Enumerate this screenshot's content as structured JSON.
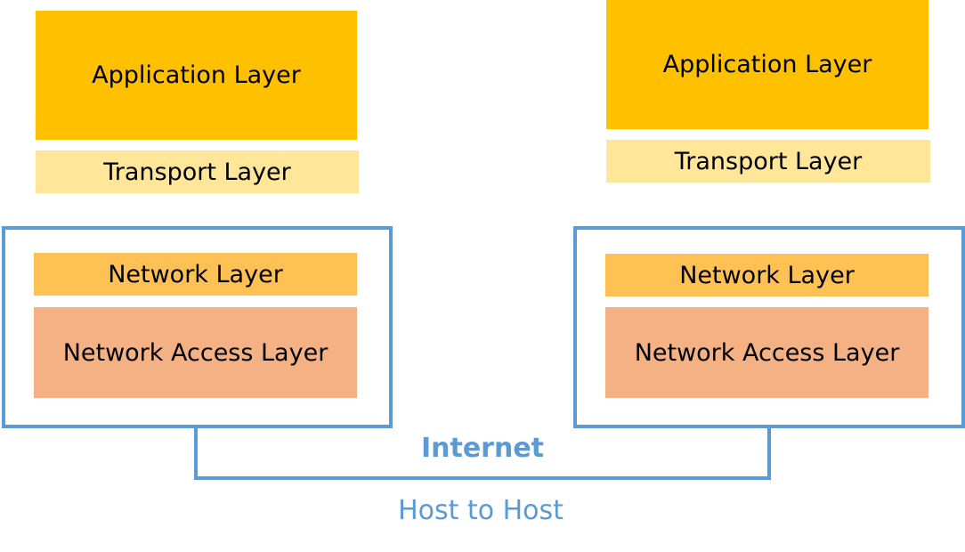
{
  "colors": {
    "application": "#ffc000",
    "transport": "#ffe699",
    "network": "#ffc154",
    "network_access": "#f4b183",
    "frame": "#5b9bd5",
    "label": "#5b9bd5"
  },
  "hosts": [
    {
      "application": "Application Layer",
      "transport": "Transport Layer",
      "network": "Network Layer",
      "network_access": "Network Access Layer"
    },
    {
      "application": "Application Layer",
      "transport": "Transport Layer",
      "network": "Network Layer",
      "network_access": "Network Access Layer"
    }
  ],
  "connection": {
    "label": "Internet",
    "caption": "Host to Host"
  }
}
